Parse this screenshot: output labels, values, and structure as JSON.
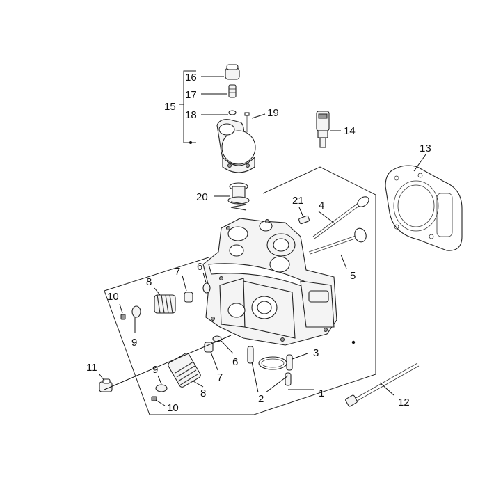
{
  "labels": {
    "p1": "1",
    "p2": "2",
    "p3": "3",
    "p4": "4",
    "p5": "5",
    "p6a": "6",
    "p6b": "6",
    "p7a": "7",
    "p7b": "7",
    "p8a": "8",
    "p8b": "8",
    "p9a": "9",
    "p9b": "9",
    "p10a": "10",
    "p10b": "10",
    "p11": "11",
    "p12": "12",
    "p13": "13",
    "p14": "14",
    "p15": "15",
    "p16": "16",
    "p17": "17",
    "p18": "18",
    "p19": "19",
    "p20": "20",
    "p21": "21"
  }
}
